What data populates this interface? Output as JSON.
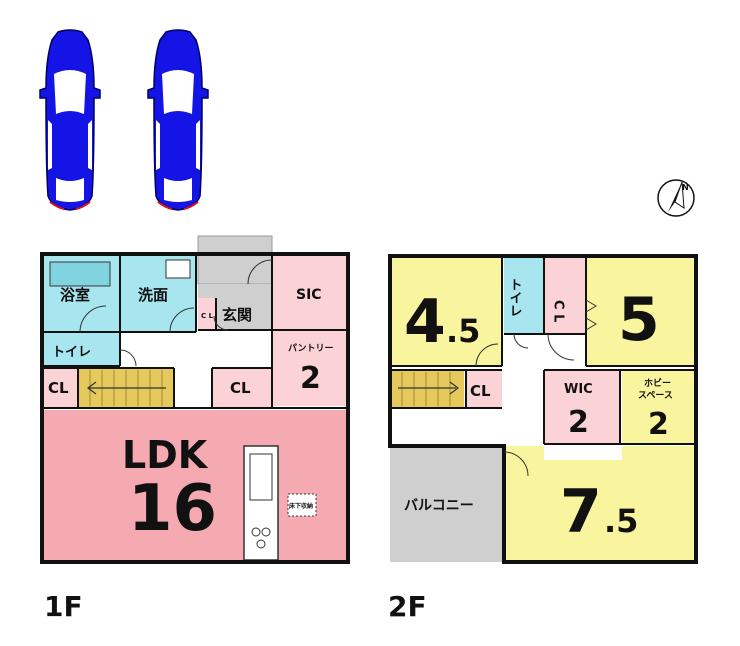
{
  "floor_labels": {
    "first": "1F",
    "second": "2F"
  },
  "first_floor": {
    "bath": "浴室",
    "washroom": "洗面",
    "entrance": "玄関",
    "entrance_closet": "C L",
    "sic": "SIC",
    "toilet": "トイレ",
    "pantry": "パントリー",
    "pantry_size": "2",
    "closet_stair": "CL",
    "closet_mid": "CL",
    "ldk": "LDK",
    "ldk_size": "16",
    "underfloor": "床下収納"
  },
  "second_floor": {
    "room_a_main": "4",
    "room_a_frac": ".5",
    "toilet": "トイレ",
    "closet_top": "C L",
    "room_b": "5",
    "closet_hall": "CL",
    "wic": "WIC",
    "wic_size": "2",
    "hobby": "ホビー\nスペース",
    "hobby_line1": "ホビー",
    "hobby_line2": "スペース",
    "hobby_size": "2",
    "balcony": "バルコニー",
    "room_c_main": "7",
    "room_c_frac": ".5"
  },
  "compass": {
    "label": "N"
  },
  "colors": {
    "wall": "#111111",
    "wet": "#a8e6ef",
    "storage": "#fbd3d6",
    "ldk": "#f5a9b0",
    "room": "#f8f59e",
    "entrance": "#cfcfcf",
    "stair": "#e6c95c",
    "car": "#1414e6"
  }
}
